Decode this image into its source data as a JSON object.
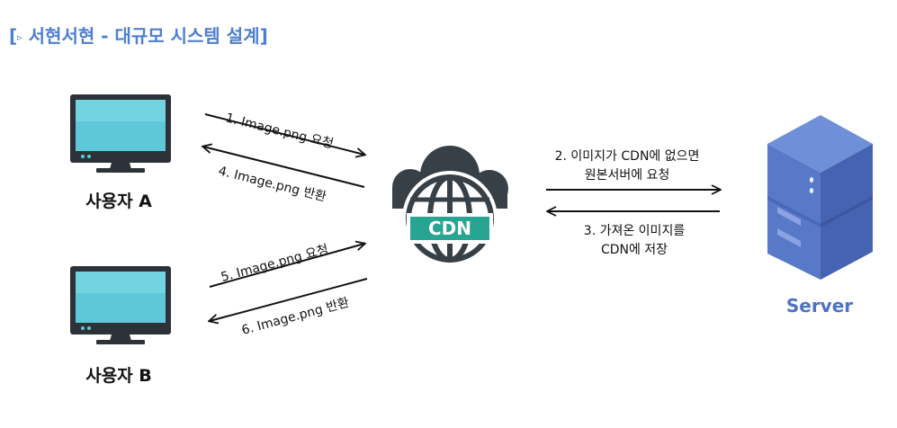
{
  "header": {
    "open_bracket": "[",
    "triangle_glyph": "▹",
    "title": "서현서현 - 대규모 시스템 설계",
    "close_bracket": "]"
  },
  "nodes": {
    "user_a": {
      "label": "사용자 A",
      "icon": "monitor-icon"
    },
    "user_b": {
      "label": "사용자 B",
      "icon": "monitor-icon"
    },
    "cdn": {
      "label": "CDN",
      "icon": "cloud-globe-icon"
    },
    "server": {
      "label": "Server",
      "icon": "server-icon"
    }
  },
  "edges": {
    "e1": {
      "label": "1. Image.png 요청"
    },
    "e4": {
      "label": "4. Image.png 반환"
    },
    "e5": {
      "label": "5. Image.png 요청"
    },
    "e6": {
      "label": "6. Image.png 반환"
    },
    "e2": {
      "line1": "2. 이미지가 CDN에 없으면",
      "line2": "원본서버에 요청"
    },
    "e3": {
      "line1": "3. 가져온 이미지를",
      "line2": "CDN에 저장"
    }
  },
  "colors": {
    "header": "#4f7fd0",
    "monitor_frame": "#2d3238",
    "monitor_screen": "#5ec8d8",
    "cdn_dark": "#384047",
    "cdn_band": "#27a592",
    "server_front": "#5878c8",
    "server_top": "#6f8fd8",
    "server_side": "#4663b3",
    "server_label": "#4f72c4"
  }
}
